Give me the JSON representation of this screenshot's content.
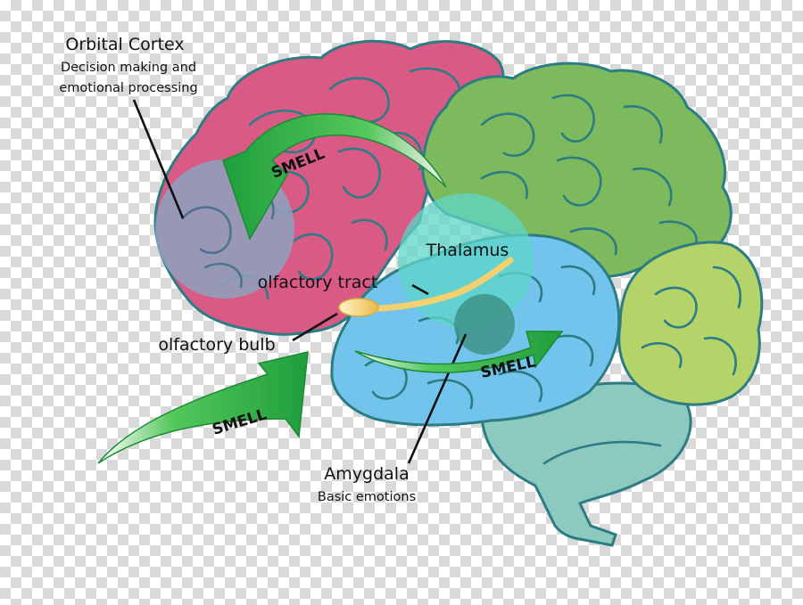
{
  "labels": {
    "orbital_cortex": {
      "title": "Orbital Cortex",
      "line1": "Decision making and",
      "line2": "emotional processing"
    },
    "thalamus": "Thalamus",
    "olfactory_tract": "olfactory tract",
    "olfactory_bulb": "olfactory bulb",
    "amygdala": {
      "title": "Amygdala",
      "subtitle": "Basic emotions"
    },
    "smell": "SMELL"
  },
  "colors": {
    "frontal_lobe": "#d95a85",
    "parietal_lobe": "#7dba5e",
    "occipital_lobe": "#b4d46a",
    "temporal_lobe": "#72c4ec",
    "brainstem_cerebellum": "#8cc9bf",
    "orbital_overlay": "#8da2be",
    "thalamus_overlay": "#5fd6c8",
    "amygdala_overlay": "#3e9488",
    "olfactory": "#f6d57a",
    "arrow_green": "#2fb24a",
    "outline": "#2c7c84"
  },
  "icons": [
    "smell-arrow-icon",
    "brain-illustration"
  ]
}
